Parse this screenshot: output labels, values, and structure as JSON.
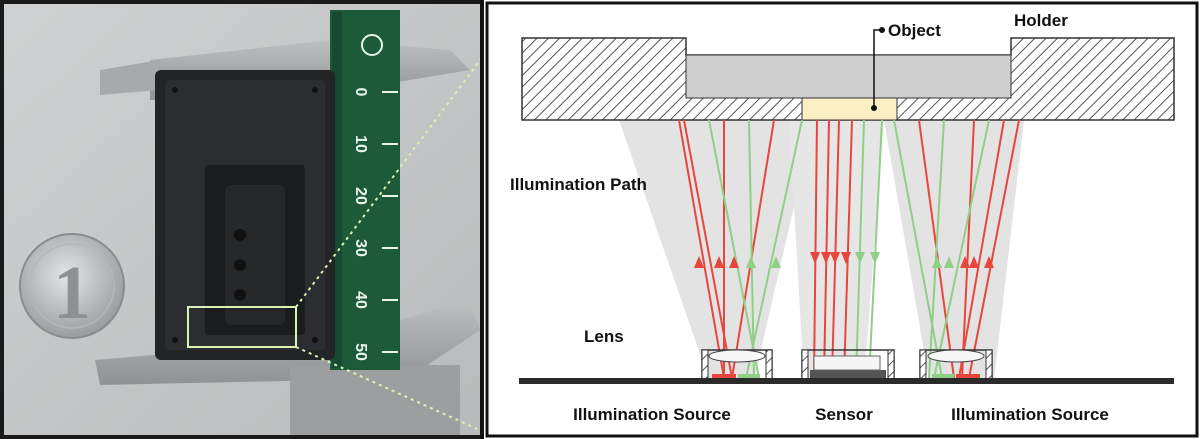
{
  "photo": {
    "coin_numeral": "1",
    "ruler_ticks": [
      "0",
      "10",
      "20",
      "30",
      "40",
      "50"
    ]
  },
  "diagram": {
    "labels": {
      "object": "Object",
      "holder": "Holder",
      "illumination_path": "Illumination Path",
      "lens": "Lens",
      "illumination_source_left": "Illumination Source",
      "sensor": "Sensor",
      "illumination_source_right": "Illumination Source"
    },
    "colors": {
      "red_ray": "#e8453c",
      "green_ray": "#8fcf86",
      "cone": "#d9d9d9",
      "object_fill": "#fbefc4",
      "hatch": "#555555"
    }
  }
}
